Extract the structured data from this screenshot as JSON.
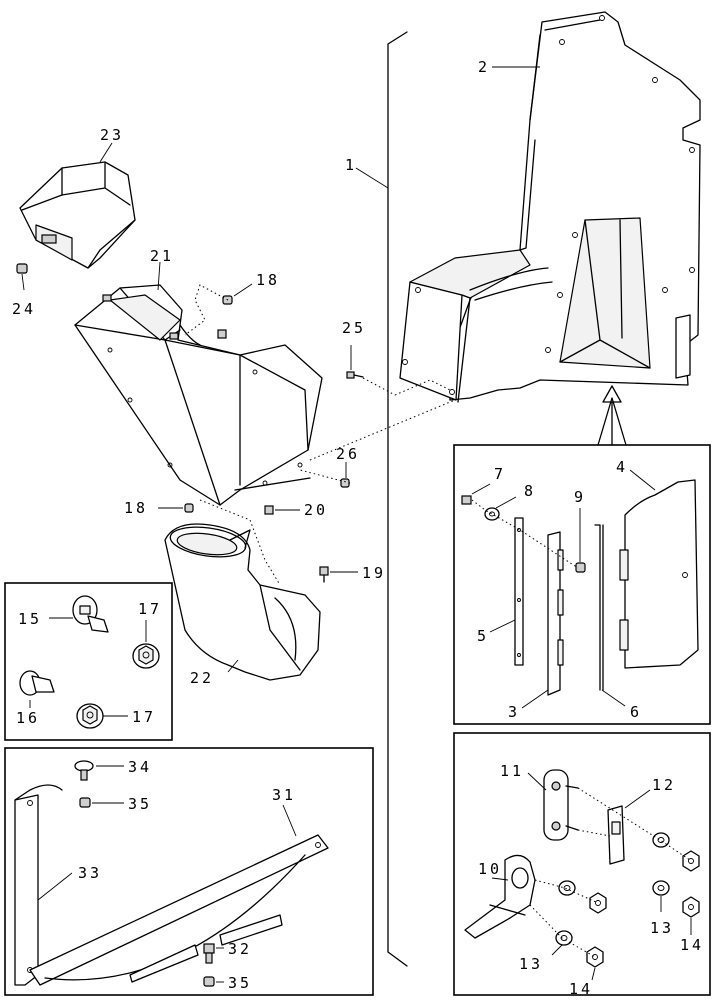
{
  "callouts": {
    "c1": "1",
    "c2": "2",
    "c3": "3",
    "c4": "4",
    "c5": "5",
    "c6": "6",
    "c7": "7",
    "c8": "8",
    "c9": "9",
    "c10": "10",
    "c11": "11",
    "c12": "12",
    "c13a": "13",
    "c13b": "13",
    "c14a": "14",
    "c14b": "14",
    "c15": "15",
    "c16": "16",
    "c17a": "17",
    "c17b": "17",
    "c18a": "18",
    "c18b": "18",
    "c19": "19",
    "c20": "20",
    "c21": "21",
    "c22": "22",
    "c23": "23",
    "c24": "24",
    "c25": "25",
    "c26": "26",
    "c31": "31",
    "c32": "32",
    "c33": "33",
    "c34": "34",
    "c35a": "35",
    "c35b": "35"
  },
  "colors": {
    "line": "#000000",
    "background": "#ffffff",
    "shade": "#f2f2f2"
  }
}
